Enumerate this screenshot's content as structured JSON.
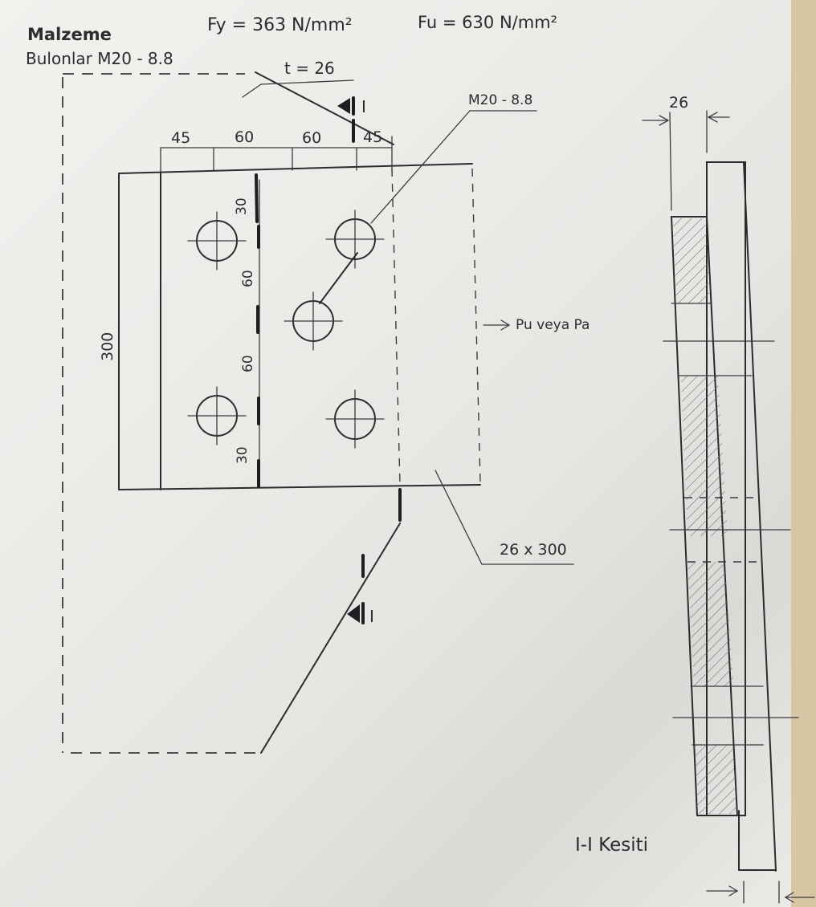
{
  "header": {
    "malzeme": "Malzeme",
    "bulonlar": "Bulonlar M20 - 8.8",
    "fy": "Fy = 363 N/mm²",
    "fu": "Fu = 630 N/mm²"
  },
  "gusset": {
    "thickness": "t = 26"
  },
  "section_marker": "I",
  "bolt_label": "M20 - 8.8",
  "dims_top": [
    "45",
    "60",
    "60",
    "45"
  ],
  "dims_left": [
    "30",
    "60",
    "60",
    "30"
  ],
  "height_dim": "300",
  "load_label": "Pu veya Pa",
  "plate_label": "26 x 300",
  "section": {
    "thickness_dim": "26",
    "title": "I-I Kesiti"
  }
}
